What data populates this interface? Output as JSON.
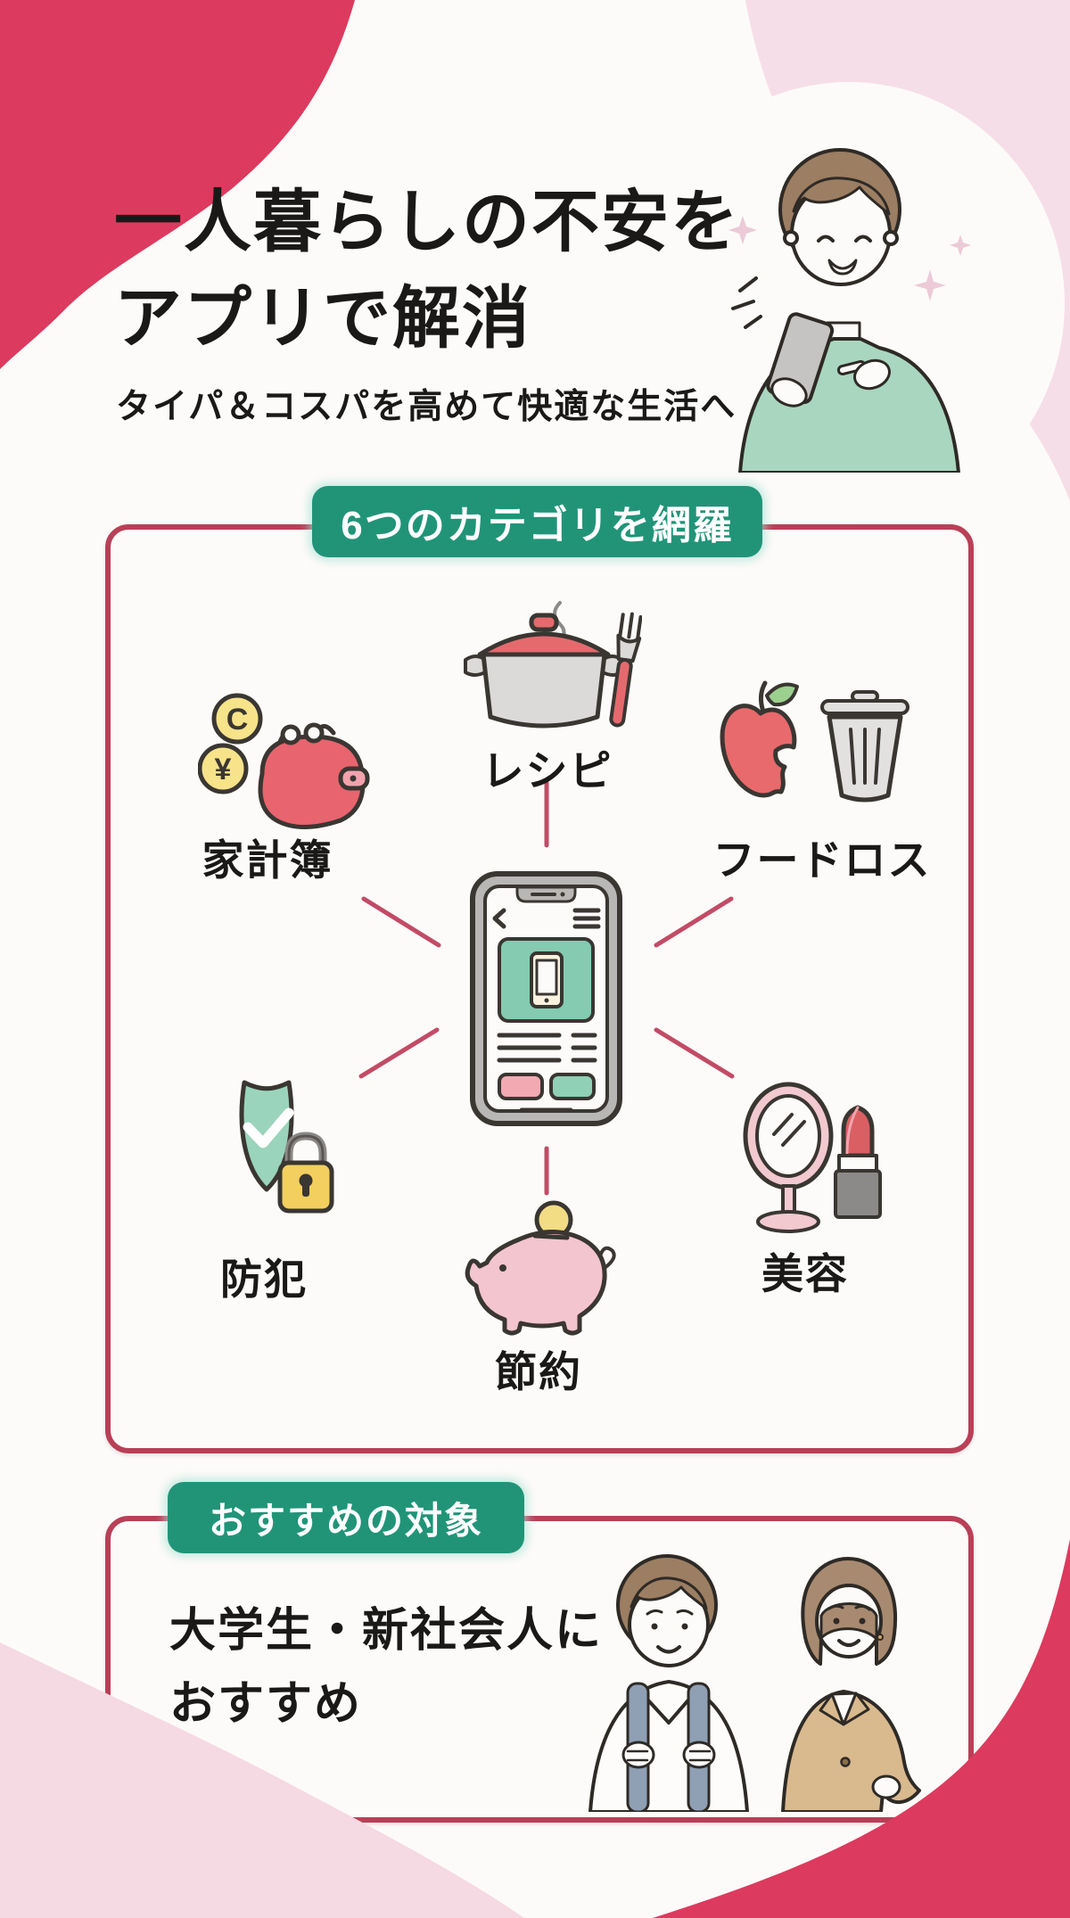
{
  "header": {
    "title_line1": "一人暮らしの不安を",
    "title_line2": "アプリで解消",
    "subtitle": "タイパ＆コスパを高めて快適な生活へ",
    "illustration": "person-using-smartphone-illustration"
  },
  "categories_section": {
    "badge": "6つのカテゴリを網羅",
    "center_icon": "smartphone-app-icon",
    "items": [
      {
        "label": "レシピ",
        "icon": "cooking-pot-icon"
      },
      {
        "label": "家計簿",
        "icon": "coin-purse-icon"
      },
      {
        "label": "フードロス",
        "icon": "apple-trash-icon"
      },
      {
        "label": "防犯",
        "icon": "shield-lock-icon"
      },
      {
        "label": "節約",
        "icon": "piggy-bank-icon"
      },
      {
        "label": "美容",
        "icon": "mirror-lipstick-icon"
      }
    ]
  },
  "audience_section": {
    "badge": "おすすめの対象",
    "text_line1": "大学生・新社会人に",
    "text_line2": "おすすめ",
    "illustration": "student-and-office-worker-illustration"
  },
  "colors": {
    "accent_red": "#dc3a5e",
    "light_pink": "#f6dee8",
    "frame_red": "#b84057",
    "badge_green": "#219478",
    "mint_green": "#a9d6bf"
  }
}
